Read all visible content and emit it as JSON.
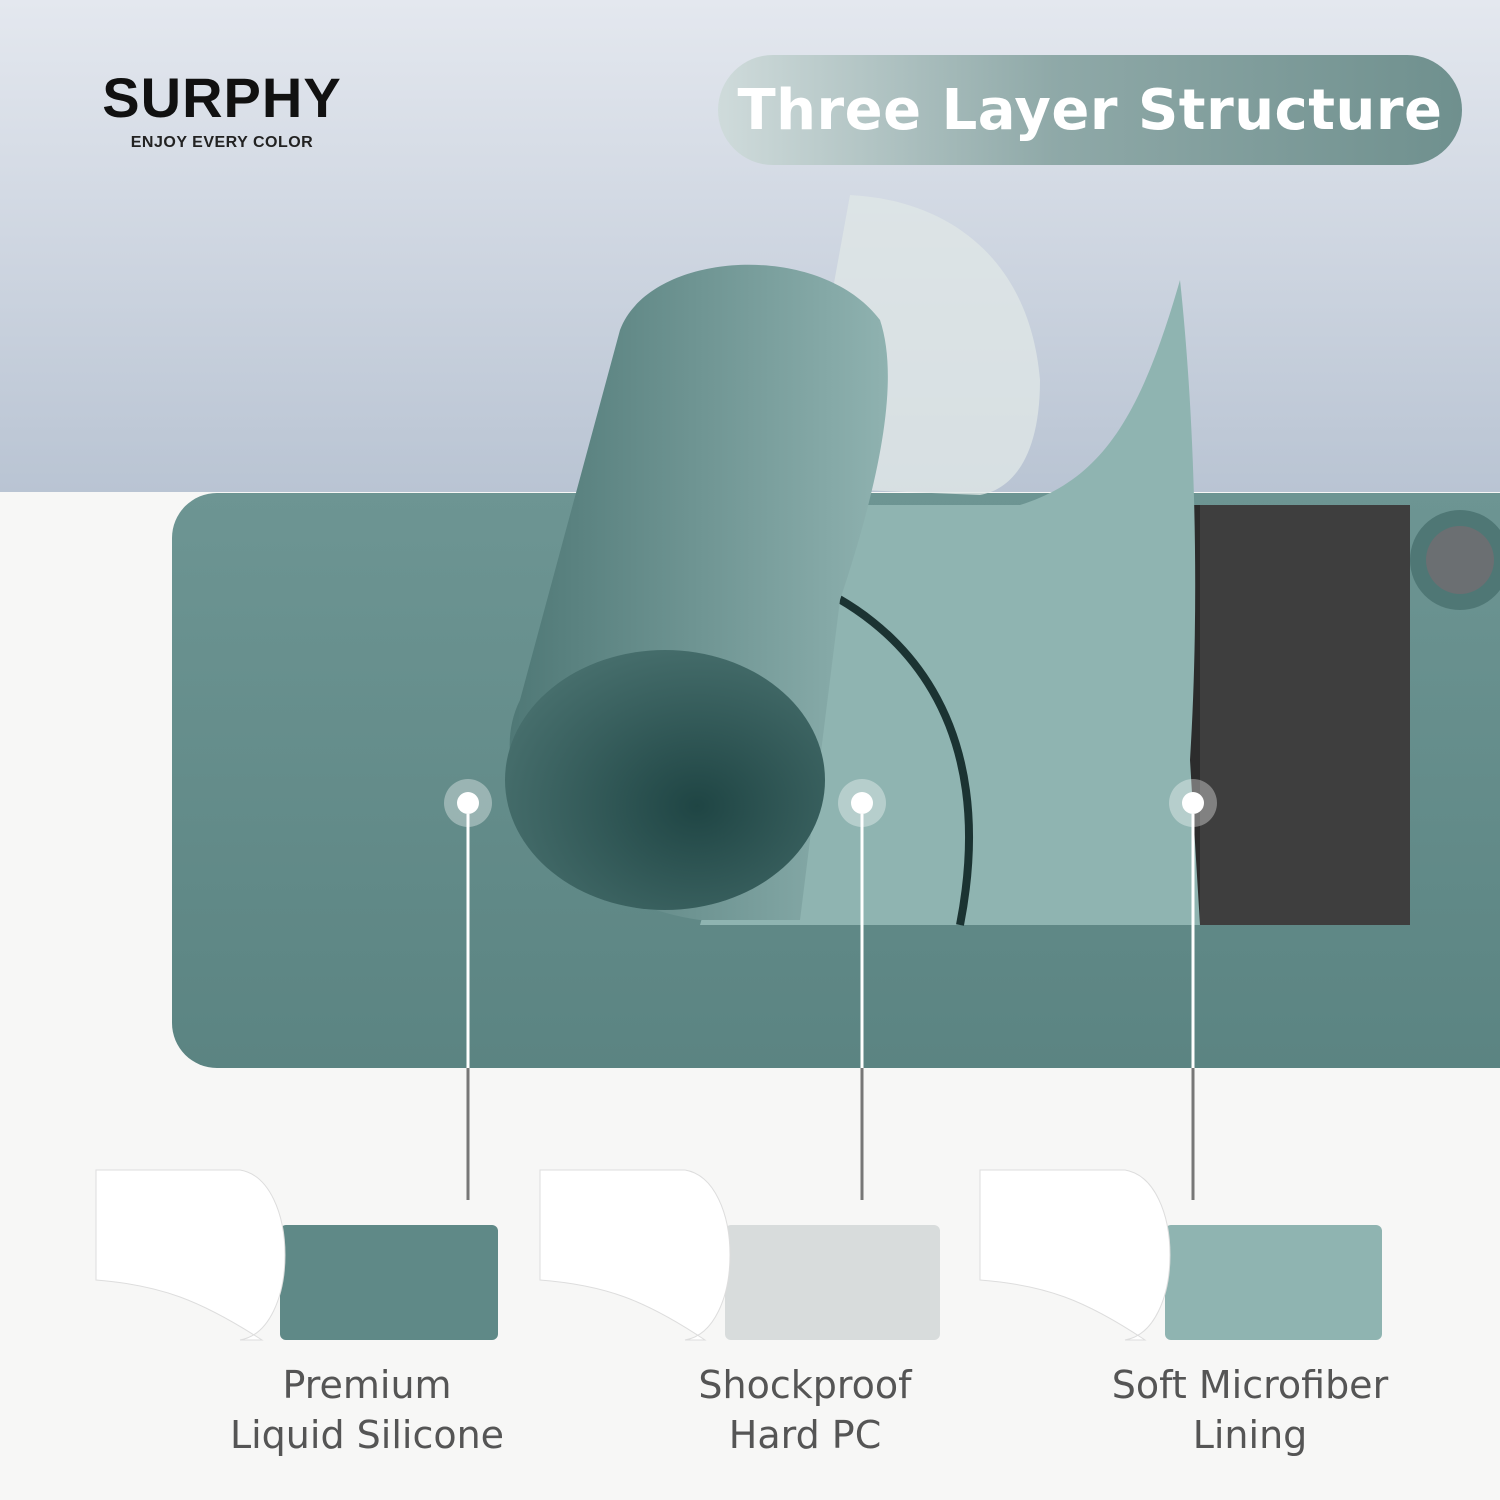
{
  "brand": {
    "name": "SURPHY",
    "tagline": "ENJOY EVERY COLOR"
  },
  "title": "Three Layer Structure",
  "colors": {
    "case": "#5f8987",
    "case_dark": "#2f5756",
    "screen": "#3e3e3e",
    "microfiber": "#8fb4b1",
    "pill_end": "#6f908e"
  },
  "layers": [
    {
      "line1": "Premium",
      "line2": "Liquid Silicone"
    },
    {
      "line1": "Shockproof",
      "line2": "Hard PC"
    },
    {
      "line1": "Soft Microfiber",
      "line2": "Lining"
    }
  ]
}
